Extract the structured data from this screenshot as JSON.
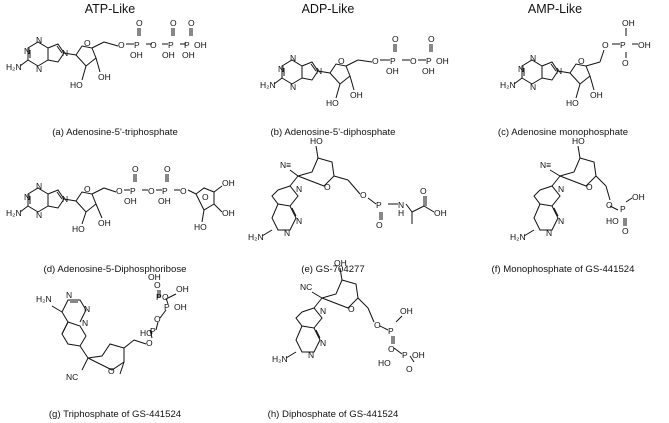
{
  "headers": {
    "atp": "ATP-Like",
    "adp": "ADP-Like",
    "amp": "AMP-Like"
  },
  "captions": {
    "a": "(a) Adenosine-5'-triphosphate",
    "b": "(b) Adenosine-5'-diphosphate",
    "c": "(c) Adenosine monophosphate",
    "d": "(d) Adenosine-5-Diphosphoribose",
    "e": "(e) GS-704277",
    "f": "(f) Monophosphate of GS-441524",
    "g": "(g) Triphosphate of GS-441524",
    "h": "(h) Diphosphate of GS-441524"
  },
  "atoms": {
    "N": "N",
    "H2N": "H₂N",
    "O": "O",
    "P": "P",
    "OH": "OH",
    "HO": "HO",
    "NC": "NC",
    "N_triple": "N≡",
    "OH_text": "OH",
    "NH": "N",
    "H": "H"
  }
}
